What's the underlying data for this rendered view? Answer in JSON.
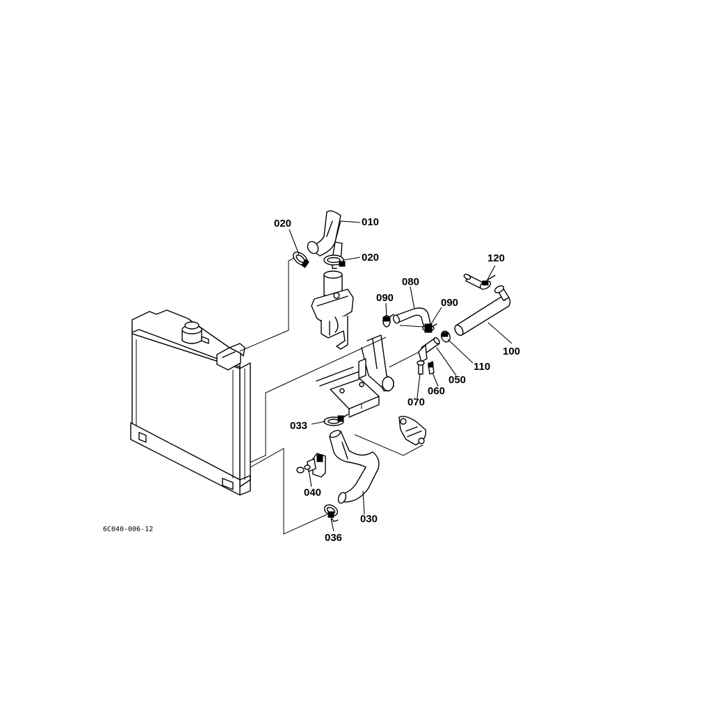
{
  "diagram": {
    "reference_code": "6C040-006-12",
    "labels": {
      "p010": "010",
      "p020a": "020",
      "p020b": "020",
      "p030": "030",
      "p033": "033",
      "p036": "036",
      "p040": "040",
      "p050": "050",
      "p060": "060",
      "p070": "070",
      "p080": "080",
      "p090a": "090",
      "p090b": "090",
      "p100": "100",
      "p110": "110",
      "p120": "120"
    }
  }
}
